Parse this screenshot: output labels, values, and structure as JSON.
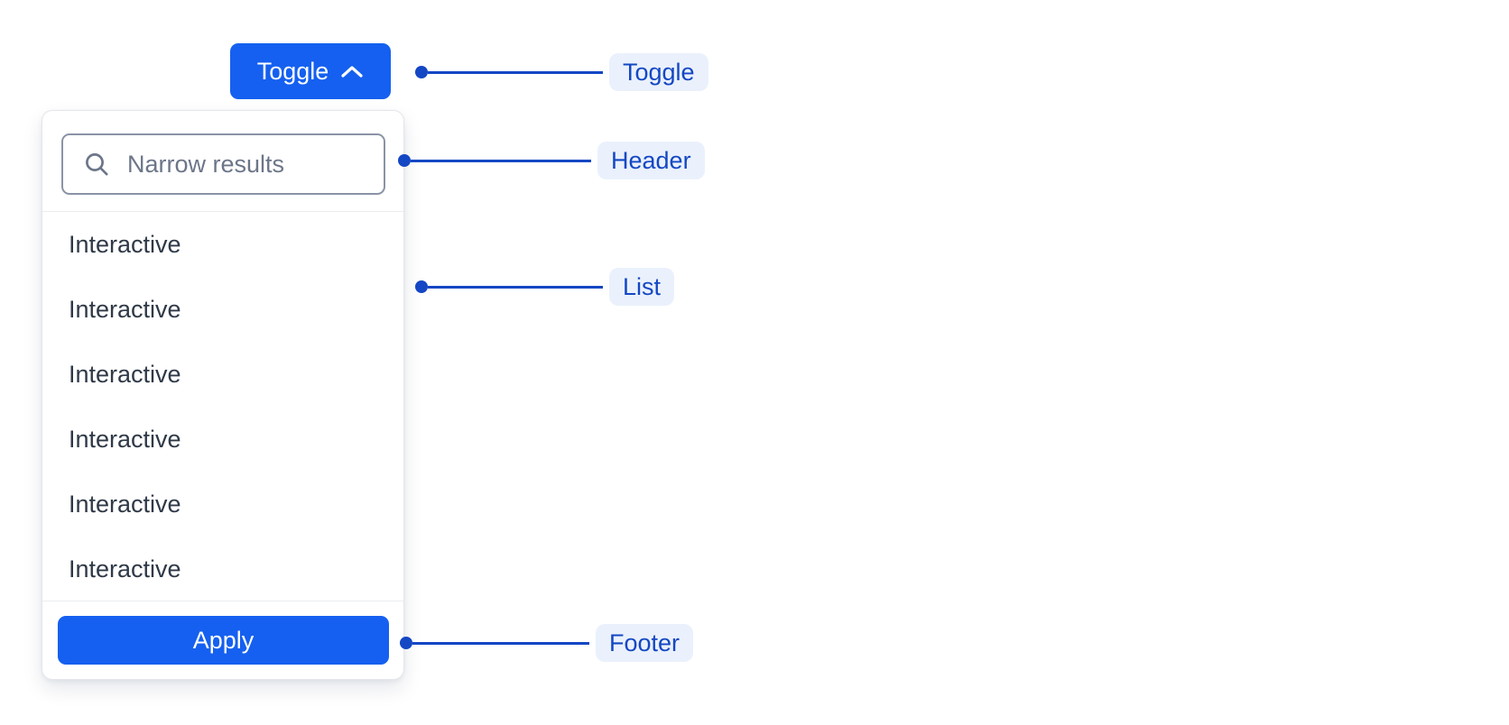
{
  "ui": {
    "toggle_button": {
      "label": "Toggle",
      "icon": "chevron-up-icon"
    },
    "dropdown": {
      "search": {
        "placeholder": "Narrow results",
        "icon": "search-icon"
      },
      "list_items": [
        "Interactive",
        "Interactive",
        "Interactive",
        "Interactive",
        "Interactive",
        "Interactive"
      ],
      "footer": {
        "apply_label": "Apply"
      }
    }
  },
  "annotations": {
    "toggle": {
      "label": "Toggle"
    },
    "header": {
      "label": "Header"
    },
    "list": {
      "label": "List"
    },
    "footer": {
      "label": "Footer"
    }
  },
  "colors": {
    "button_blue": "#1560F0",
    "annotation_blue": "#1447C4",
    "annotation_pill_bg": "#EAF1FC",
    "list_text": "#2F3947",
    "placeholder_text": "#6C7689",
    "input_border": "#8A93A6",
    "panel_border": "#E4E6EB",
    "divider": "#EBEDF0"
  }
}
